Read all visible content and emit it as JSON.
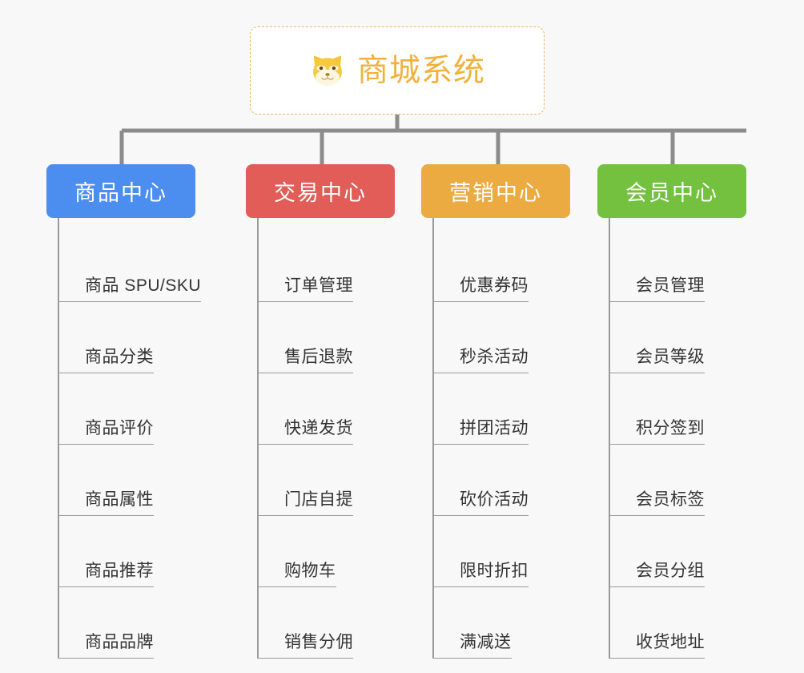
{
  "page": {
    "background_color": "#f8f8f8",
    "type": "mind-map"
  },
  "root": {
    "title": "商城系统",
    "icon": "dog-face-icon",
    "text_color": "#f2b13c",
    "border_color": "#e8b765",
    "background_color": "#ffffff"
  },
  "connector": {
    "color": "#8c8c8c"
  },
  "columns": [
    {
      "id": "product-center",
      "label": "商品中心",
      "color": "#4c8ef0",
      "items": [
        {
          "label": "商品 SPU/SKU"
        },
        {
          "label": "商品分类"
        },
        {
          "label": "商品评价"
        },
        {
          "label": "商品属性"
        },
        {
          "label": "商品推荐"
        },
        {
          "label": "商品品牌"
        }
      ]
    },
    {
      "id": "trade-center",
      "label": "交易中心",
      "color": "#e25c58",
      "items": [
        {
          "label": "订单管理"
        },
        {
          "label": "售后退款"
        },
        {
          "label": "快递发货"
        },
        {
          "label": "门店自提"
        },
        {
          "label": "购物车"
        },
        {
          "label": "销售分佣"
        }
      ]
    },
    {
      "id": "marketing-center",
      "label": "营销中心",
      "color": "#ebab40",
      "items": [
        {
          "label": "优惠券码"
        },
        {
          "label": "秒杀活动"
        },
        {
          "label": "拼团活动"
        },
        {
          "label": "砍价活动"
        },
        {
          "label": "限时折扣"
        },
        {
          "label": "满减送"
        }
      ]
    },
    {
      "id": "member-center",
      "label": "会员中心",
      "color": "#73c13e",
      "items": [
        {
          "label": "会员管理"
        },
        {
          "label": "会员等级"
        },
        {
          "label": "积分签到"
        },
        {
          "label": "会员标签"
        },
        {
          "label": "会员分组"
        },
        {
          "label": "收货地址"
        }
      ]
    }
  ]
}
